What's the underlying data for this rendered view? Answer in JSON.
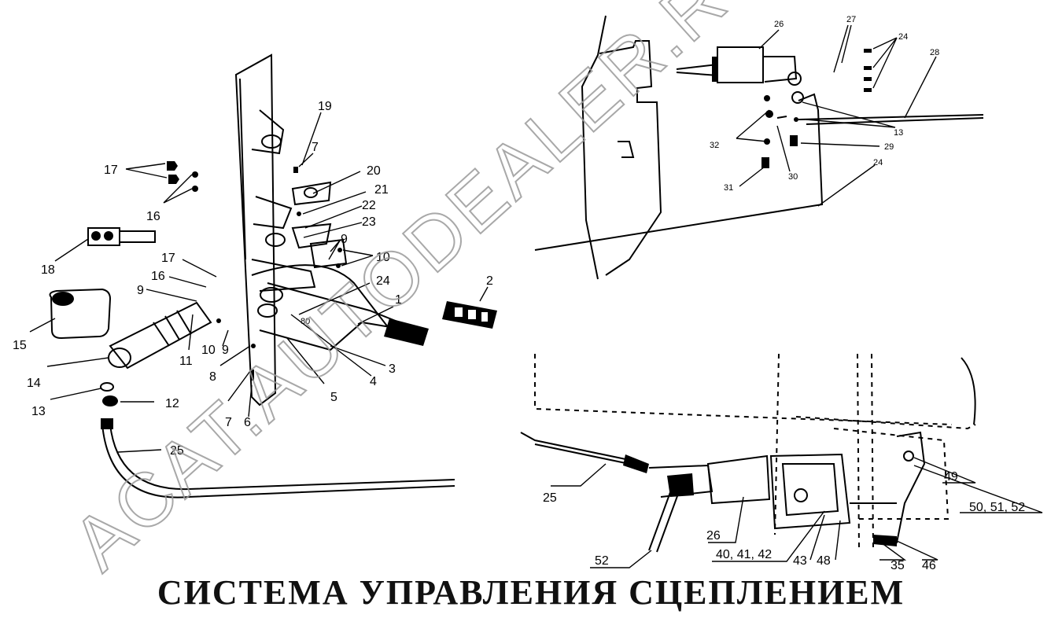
{
  "title": "СИСТЕМА УПРАВЛЕНИЯ СЦЕПЛЕНИЕМ",
  "watermark": "ACAT.AUTODEALER.RU",
  "labels": {
    "l1": "1",
    "l2": "2",
    "l3": "3",
    "l4": "4",
    "l5": "5",
    "l6": "6",
    "l7a": "7",
    "l7b": "7",
    "l8": "8",
    "l9a": "9",
    "l9b": "9",
    "l9c": "9",
    "l10a": "10",
    "l10b": "10",
    "l11": "11",
    "l12": "12",
    "l13a": "13",
    "l14": "14",
    "l15": "15",
    "l16a": "16",
    "l16b": "16",
    "l17a": "17",
    "l17b": "17",
    "l18": "18",
    "l19": "19",
    "l20": "20",
    "l21": "21",
    "l22": "22",
    "l23": "23",
    "l24a": "24",
    "l25a": "25",
    "pedal_text": "80",
    "r26": "26",
    "r27": "27",
    "r24a": "24",
    "r28": "28",
    "r13": "13",
    "r32": "32",
    "r29": "29",
    "r30": "30",
    "r31": "31",
    "r24b": "24",
    "b25": "25",
    "b26": "26",
    "b40": "40, 41, 42",
    "b43": "43",
    "b48": "48",
    "b35": "35",
    "b46": "46",
    "b49": "49",
    "b50": "50, 51, 52",
    "b52": "52"
  }
}
